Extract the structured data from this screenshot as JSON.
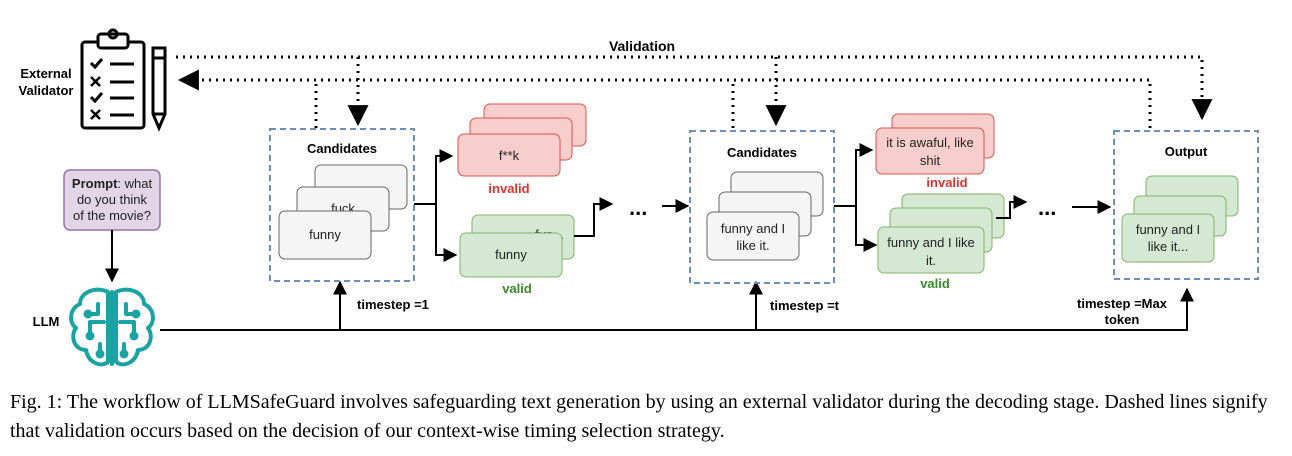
{
  "external_validator_label_line1": "External",
  "external_validator_label_line2": "Validator",
  "validation_label": "Validation",
  "prompt": {
    "bold": "Prompt",
    "rest_line1": ": what",
    "line2": "do you think",
    "line3": "of the movie?"
  },
  "llm_label": "LLM",
  "stage1": {
    "title": "Candidates",
    "back_card": "fuck",
    "front_card": "funny",
    "timestep": "timestep =1"
  },
  "result1": {
    "invalid_card": "f**k",
    "invalid_label": "invalid",
    "valid_back_card": "fun...",
    "valid_card": "funny",
    "valid_label": "valid"
  },
  "ellipsis": "...",
  "stage2": {
    "title": "Candidates",
    "front_card_line1": "funny and I",
    "front_card_line2": "like it.",
    "timestep": "timestep =t"
  },
  "result2": {
    "invalid_line1": "it is awaful, like",
    "invalid_line2": "shit",
    "invalid_label": "invalid",
    "valid_line1": "funny and I like",
    "valid_line2": "it.",
    "valid_label": "valid"
  },
  "output": {
    "title": "Output",
    "card_line1": "funny and I",
    "card_line2": "like it...",
    "timestep_line1": "timestep =Max",
    "timestep_line2": "token"
  },
  "caption": "Fig. 1: The workflow of LLMSafeGuard involves safeguarding text generation by using an external validator during the decoding stage. Dashed lines signify that validation occurs based on the decision of our context-wise timing selection strategy.",
  "colors": {
    "dashed_box": "#6c8ebf",
    "red_fill": "#f8cecc",
    "red_stroke": "#d9534f",
    "green_fill": "#d5e8d4",
    "green_stroke": "#82b366",
    "gray_fill": "#f5f5f5",
    "gray_stroke": "#666666",
    "prompt_fill": "#e1d5e7",
    "prompt_stroke": "#9673a6",
    "llm_icon": "#1aa3a3"
  },
  "icons": [
    "clipboard-checklist-icon",
    "pencil-icon",
    "llm-brain-circuit-icon"
  ]
}
